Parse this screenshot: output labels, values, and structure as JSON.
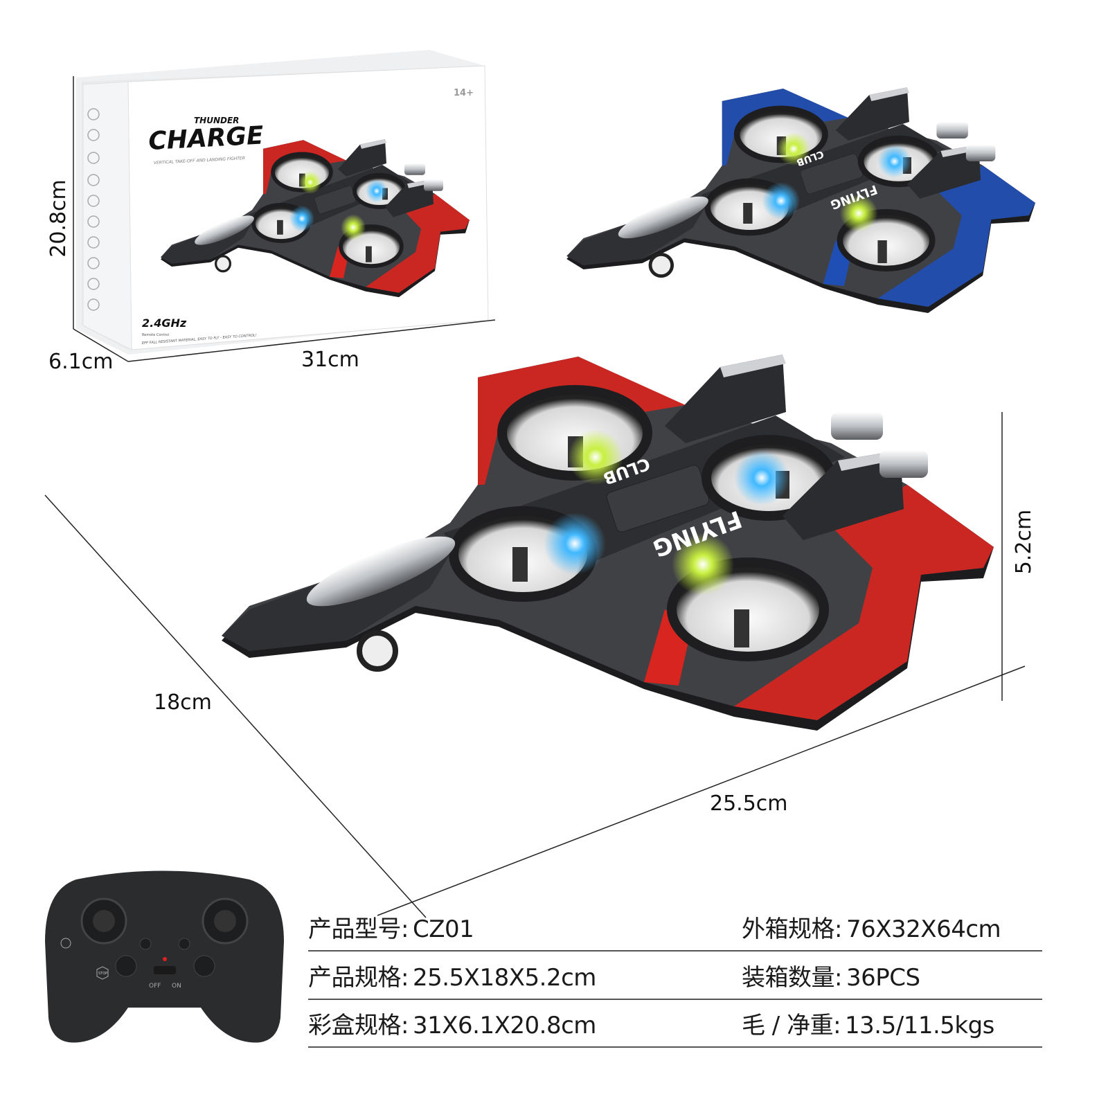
{
  "box": {
    "age": "14+",
    "title_small": "THUNDER",
    "title_big": "CHARGE",
    "subtitle": "VERTICAL TAKE-OFF AND LANDING FIGHTER",
    "frequency": "2.4GHz",
    "frequency_sub": "Remote Control",
    "tagline": "EPP FALL RESISTANT MATERIAL, EASY TO FLY - EASY TO CONTROL!"
  },
  "jet": {
    "decal_main": "FLYING",
    "decal_secondary": "CLUB"
  },
  "colors": {
    "red_variant": "#d9251f",
    "blue_variant": "#1f4fb5",
    "body": "#3a3b3e",
    "controller": "#2b2c2e"
  },
  "dimensions": {
    "box_height": "20.8cm",
    "box_depth": "6.1cm",
    "box_width": "31cm",
    "product_depth": "18cm",
    "product_length": "25.5cm",
    "product_height": "5.2cm"
  },
  "controller": {
    "stop_label": "STOP",
    "off_label": "OFF",
    "on_label": "ON"
  },
  "specs": [
    {
      "label": "产品型号:",
      "value": "CZ01"
    },
    {
      "label": "外箱规格:",
      "value": "76X32X64cm"
    },
    {
      "label": "产品规格:",
      "value": "25.5X18X5.2cm"
    },
    {
      "label": "装箱数量:",
      "value": "36PCS"
    },
    {
      "label": "彩盒规格:",
      "value": "31X6.1X20.8cm"
    },
    {
      "label": "毛 / 净重:",
      "value": "13.5/11.5kgs"
    }
  ]
}
